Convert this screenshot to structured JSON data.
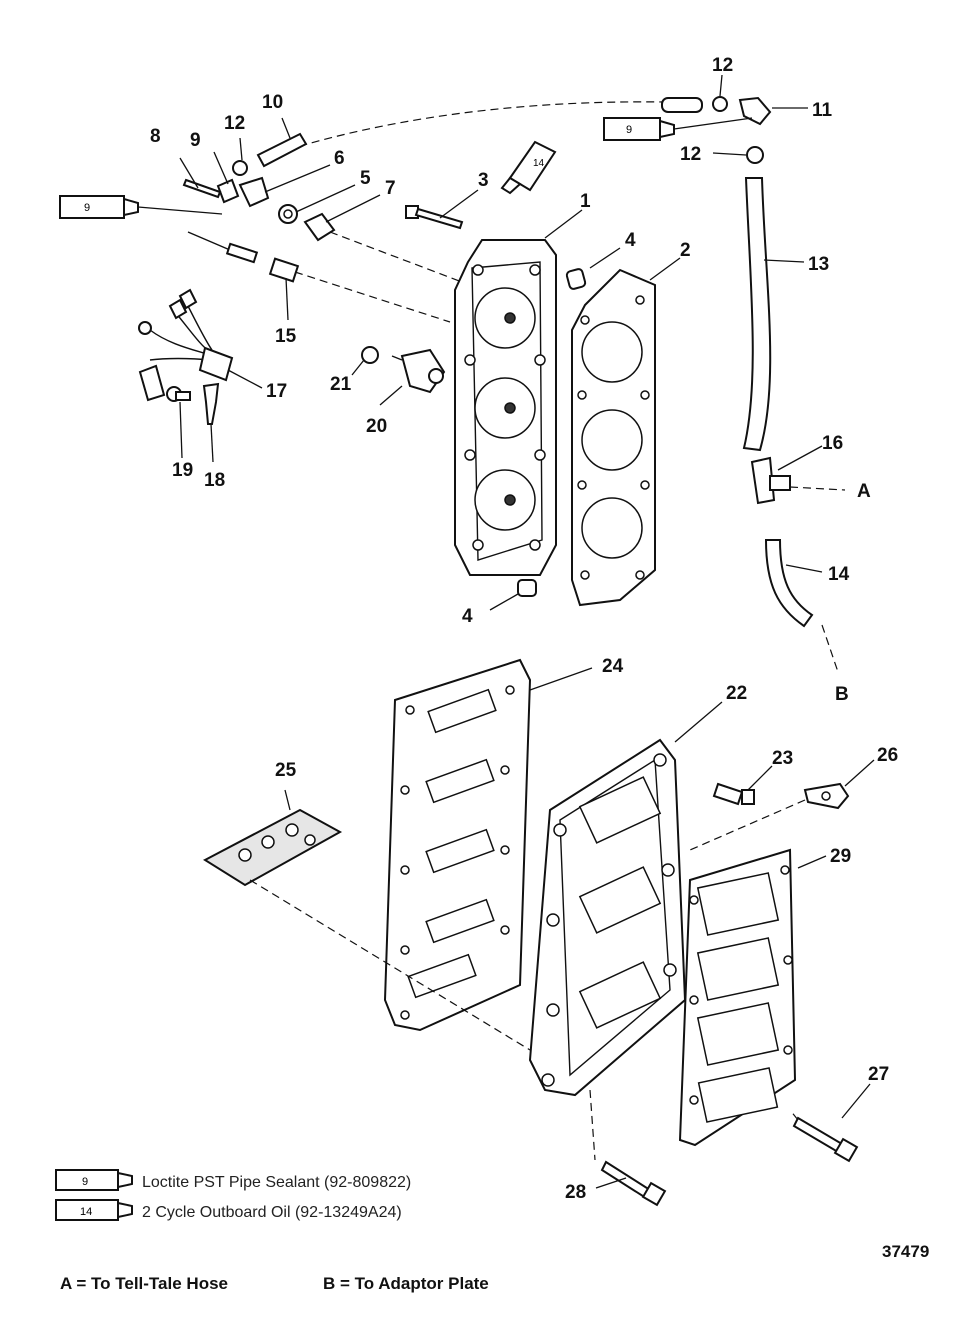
{
  "callouts": [
    "1",
    "2",
    "3",
    "4",
    "4",
    "5",
    "6",
    "7",
    "8",
    "9",
    "10",
    "11",
    "12",
    "12",
    "12",
    "13",
    "14",
    "15",
    "16",
    "17",
    "18",
    "19",
    "20",
    "21",
    "22",
    "23",
    "24",
    "25",
    "26",
    "27",
    "28",
    "29"
  ],
  "point_labels": {
    "a": "A",
    "b": "B"
  },
  "tube_numbers": {
    "sealant": "9",
    "oil": "14"
  },
  "legend": [
    {
      "tube": "9",
      "text": "Loctite PST Pipe Sealant (92-809822)"
    },
    {
      "tube": "14",
      "text": "2 Cycle Outboard Oil (92-13249A24)"
    }
  ],
  "figure_number": "37479",
  "footer": {
    "a": "A = To Tell-Tale Hose",
    "b": "B = To Adaptor Plate"
  }
}
